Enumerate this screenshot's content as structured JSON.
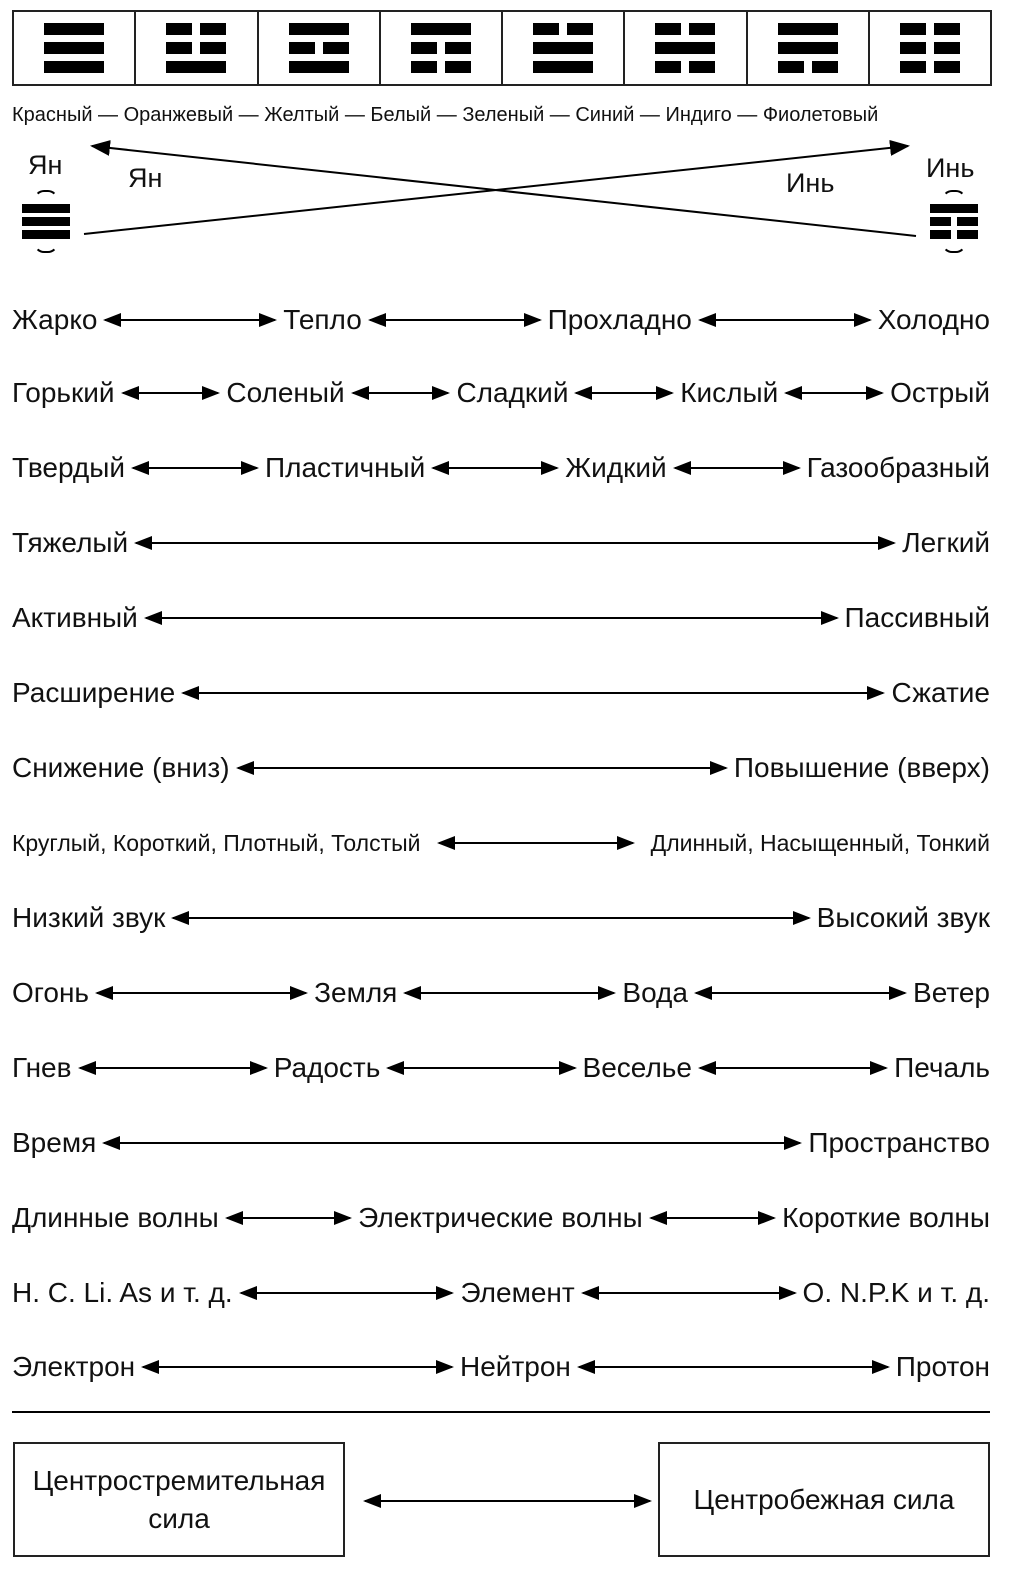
{
  "trigrams": [
    {
      "name": "trigram-1",
      "lines": [
        "solid",
        "solid",
        "solid"
      ]
    },
    {
      "name": "trigram-2",
      "lines": [
        "broken",
        "broken",
        "solid"
      ]
    },
    {
      "name": "trigram-3",
      "lines": [
        "solid",
        "broken",
        "solid"
      ]
    },
    {
      "name": "trigram-4",
      "lines": [
        "solid",
        "broken",
        "broken"
      ]
    },
    {
      "name": "trigram-5",
      "lines": [
        "broken",
        "solid",
        "solid"
      ]
    },
    {
      "name": "trigram-6",
      "lines": [
        "broken",
        "solid",
        "broken"
      ]
    },
    {
      "name": "trigram-7",
      "lines": [
        "solid",
        "solid",
        "broken"
      ]
    },
    {
      "name": "trigram-8",
      "lines": [
        "broken",
        "broken",
        "broken"
      ]
    }
  ],
  "colors_line": "Красный — Оранжевый — Желтый — Белый — Зеленый — Синий — Индиго — Фиолетовый",
  "yang_label": "Ян",
  "yin_label": "Инь",
  "yang_inner": "Ян",
  "yin_inner": "Инь",
  "rows": [
    {
      "items": [
        "Жарко",
        "Тепло",
        "Прохладно",
        "Холодно"
      ]
    },
    {
      "items": [
        "Горький",
        "Соленый",
        "Сладкий",
        "Кислый",
        "Острый"
      ]
    },
    {
      "items": [
        "Твердый",
        "Пластичный",
        "Жидкий",
        "Газообразный"
      ]
    },
    {
      "items": [
        "Тяжелый",
        "Легкий"
      ]
    },
    {
      "items": [
        "Активный",
        "Пассивный"
      ]
    },
    {
      "items": [
        "Расширение",
        "Сжатие"
      ]
    },
    {
      "items": [
        "Снижение (вниз)",
        "Повышение (вверх)"
      ]
    },
    {
      "items": [
        "Круглый, Короткий, Плотный, Толстый",
        "Длинный, Насыщенный, Тонкий"
      ]
    },
    {
      "items": [
        "Низкий звук",
        "Высокий звук"
      ]
    },
    {
      "items": [
        "Огонь",
        "Земля",
        "Вода",
        "Ветер"
      ]
    },
    {
      "items": [
        "Гнев",
        "Радость",
        "Веселье",
        "Печаль"
      ]
    },
    {
      "items": [
        "Время",
        "Пространство"
      ]
    },
    {
      "items": [
        "Длинные волны",
        "Электрические волны",
        "Короткие волны"
      ]
    },
    {
      "items": [
        "H. C. Li. As и т. д.",
        "Элемент",
        "O. N.P.K и т. д."
      ]
    },
    {
      "items": [
        "Электрон",
        "Нейтрон",
        "Протон"
      ]
    }
  ],
  "bottom": {
    "left": "Центростремительная сила",
    "right": "Центробежная сила"
  }
}
